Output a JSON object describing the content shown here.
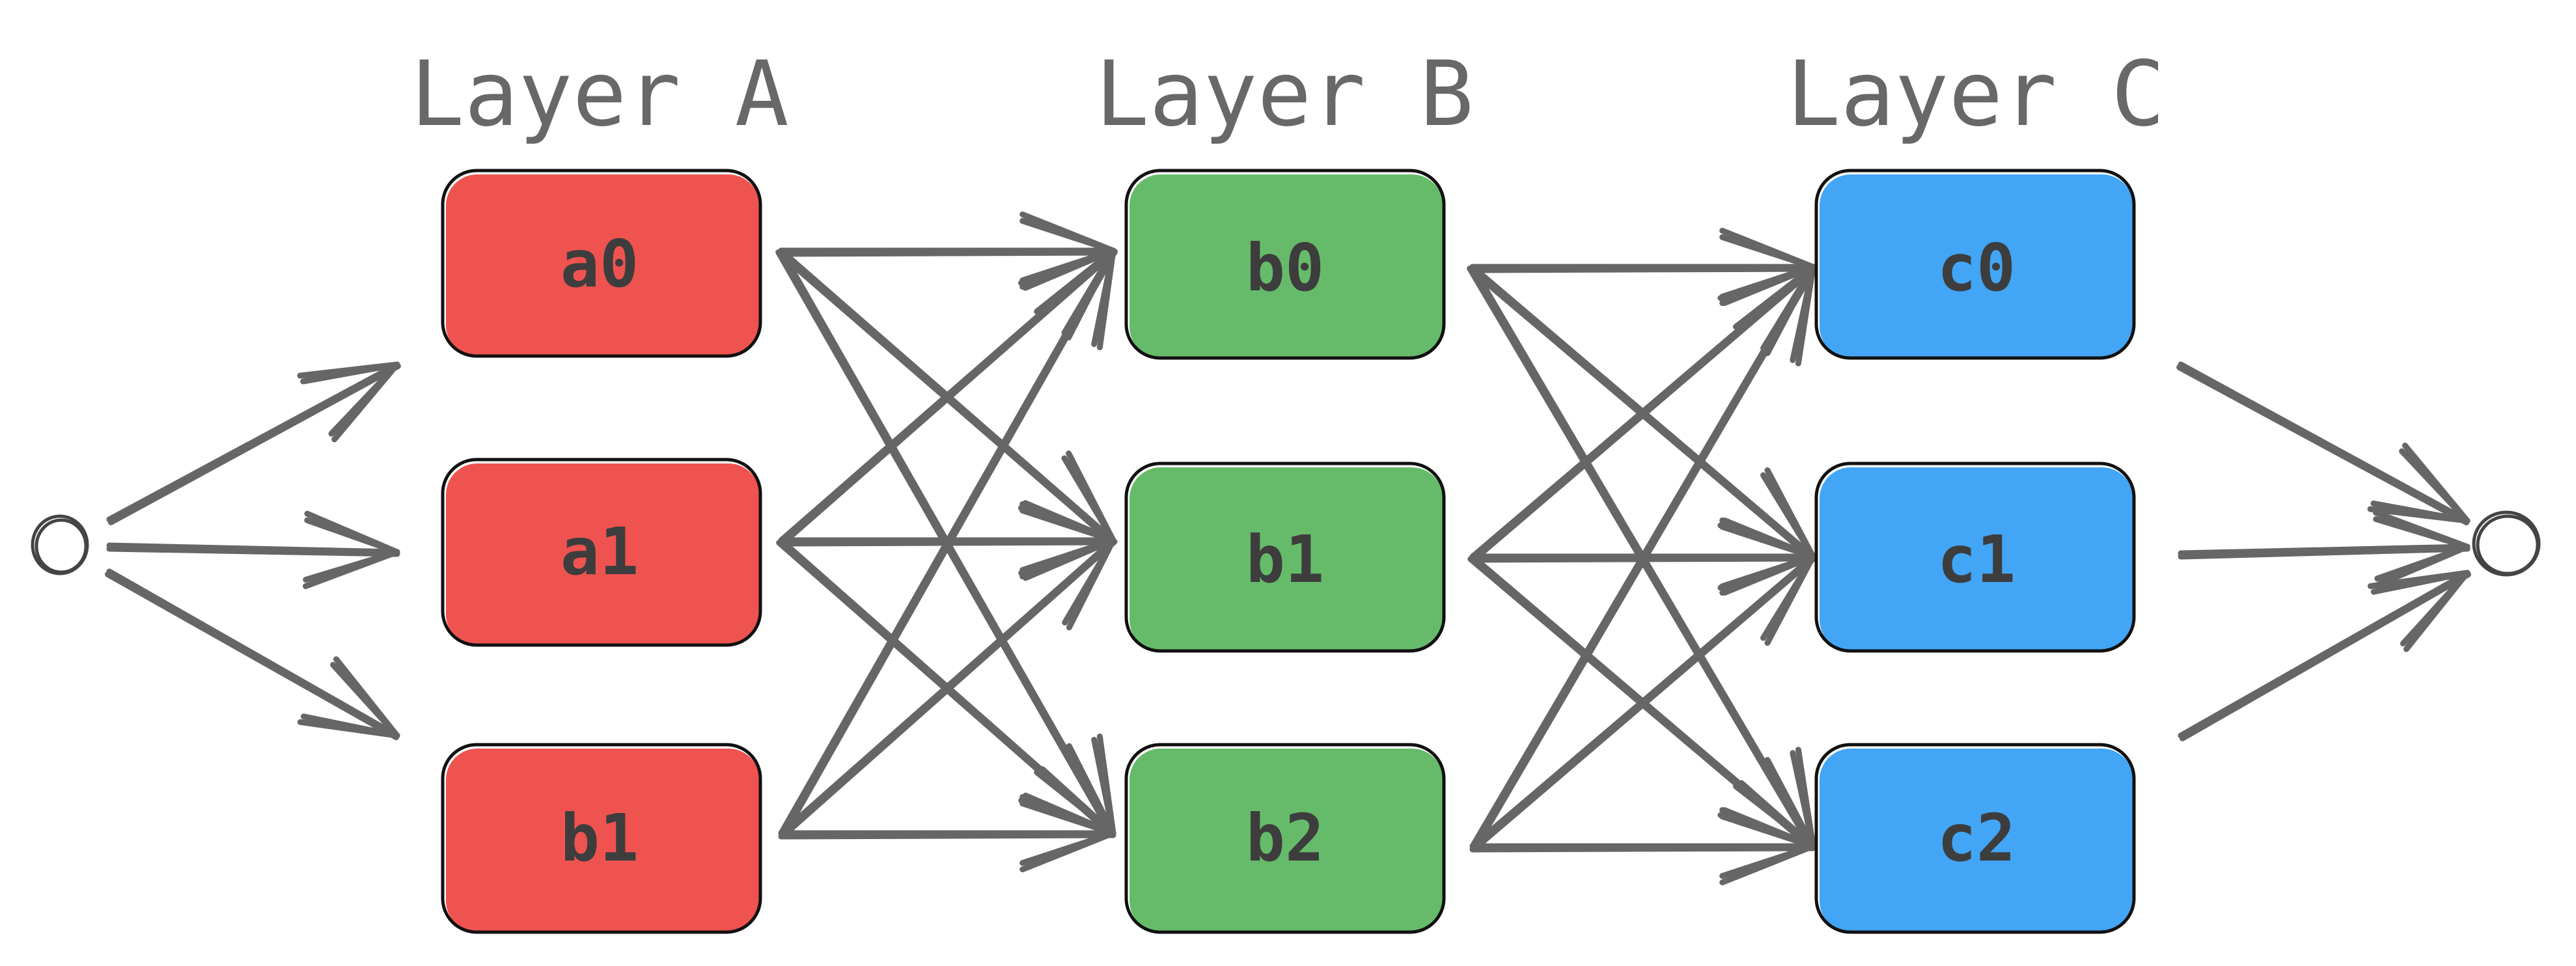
{
  "layers": [
    {
      "title": "Layer A",
      "color": "#ef5350",
      "nodes": [
        "a0",
        "a1",
        "b1"
      ]
    },
    {
      "title": "Layer B",
      "color": "#66bb6a",
      "nodes": [
        "b0",
        "b1",
        "b2"
      ]
    },
    {
      "title": "Layer C",
      "color": "#42a5f5",
      "nodes": [
        "c0",
        "c1",
        "c2"
      ]
    }
  ],
  "connections": "fully connected between adjacent layers",
  "endpoints": [
    "source",
    "sink"
  ],
  "edge_color": "#666666"
}
